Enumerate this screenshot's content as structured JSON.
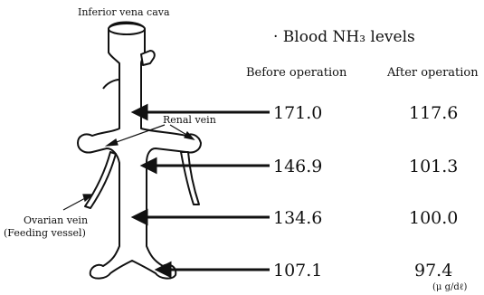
{
  "labels": {
    "ivc": "Inferior vena cava",
    "renal": "Renal vein",
    "ovarian_1": "Ovarian vein",
    "ovarian_2": "(Feeding  vessel)"
  },
  "title": "· Blood  NH₃ levels",
  "columns": {
    "before": "Before operation",
    "after": "After operation"
  },
  "rows": [
    {
      "before": "171.0",
      "after": "117.6"
    },
    {
      "before": "146.9",
      "after": "101.3"
    },
    {
      "before": "134.6",
      "after": "100.0"
    },
    {
      "before": "107.1",
      "after": "97.4"
    }
  ],
  "unit": "(μ g/dℓ)"
}
